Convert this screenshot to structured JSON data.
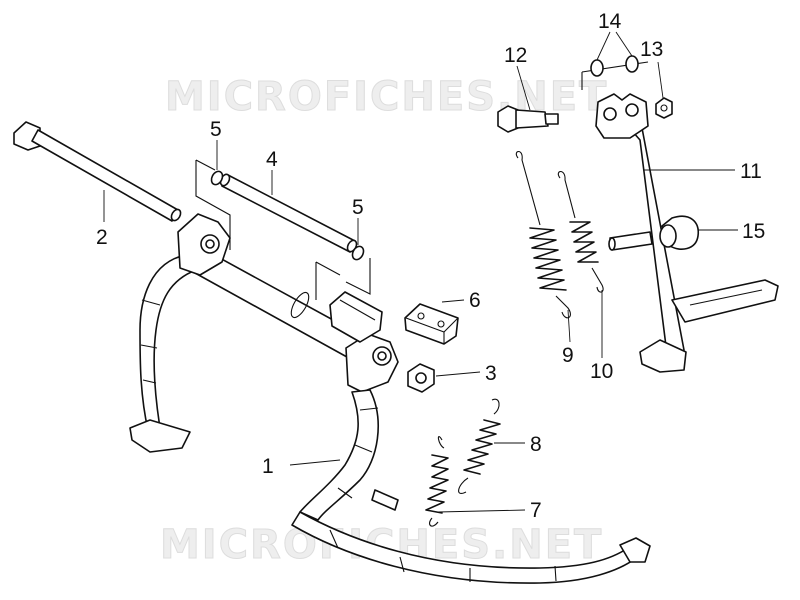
{
  "watermark": {
    "text": "MICROFICHES.NET"
  },
  "callouts": [
    {
      "id": "1",
      "label": "1"
    },
    {
      "id": "2",
      "label": "2"
    },
    {
      "id": "3",
      "label": "3"
    },
    {
      "id": "4",
      "label": "4"
    },
    {
      "id": "5a",
      "label": "5"
    },
    {
      "id": "5b",
      "label": "5"
    },
    {
      "id": "6",
      "label": "6"
    },
    {
      "id": "7",
      "label": "7"
    },
    {
      "id": "8",
      "label": "8"
    },
    {
      "id": "9",
      "label": "9"
    },
    {
      "id": "10",
      "label": "10"
    },
    {
      "id": "11",
      "label": "11"
    },
    {
      "id": "12",
      "label": "12"
    },
    {
      "id": "13",
      "label": "13"
    },
    {
      "id": "14",
      "label": "14"
    },
    {
      "id": "15",
      "label": "15"
    }
  ]
}
